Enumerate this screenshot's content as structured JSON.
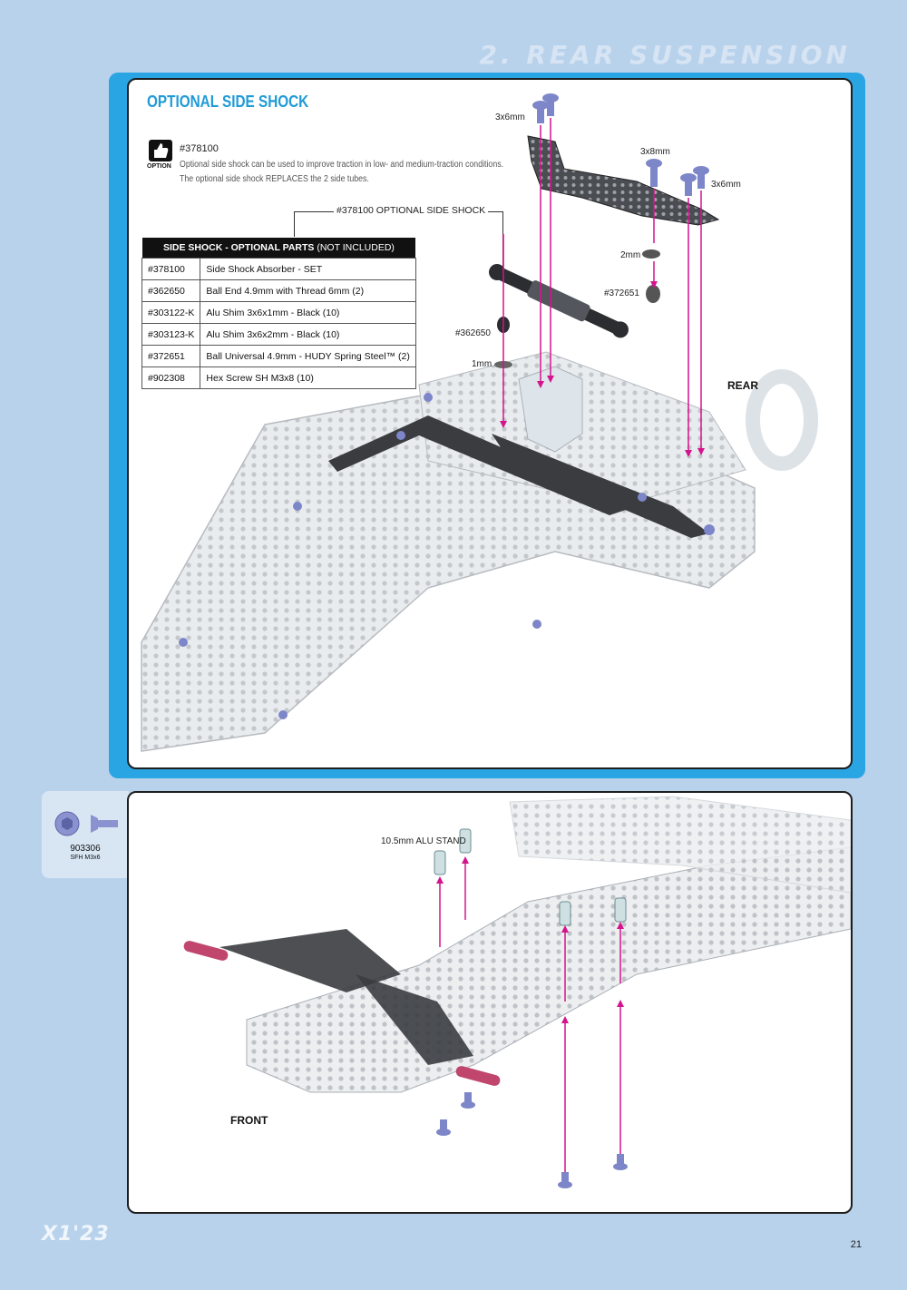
{
  "header": {
    "section_title": "2. REAR SUSPENSION"
  },
  "top_panel": {
    "heading": "OPTIONAL SIDE SHOCK",
    "option": {
      "icon": "thumbs-up-icon",
      "badge": "OPTION",
      "part_number": "#378100",
      "line1": "Optional side shock can be used to improve traction in low- and medium-traction conditions.",
      "line2": "The optional side shock REPLACES the 2 side tubes."
    },
    "callout": "#378100  OPTIONAL SIDE SHOCK",
    "parts_table": {
      "title_bold": "SIDE SHOCK - OPTIONAL PARTS",
      "title_light": "(NOT INCLUDED)",
      "rows": [
        {
          "code": "#378100",
          "desc": "Side Shock Absorber - SET"
        },
        {
          "code": "#362650",
          "desc": "Ball End 4.9mm with Thread 6mm (2)"
        },
        {
          "code": "#303122-K",
          "desc": "Alu Shim 3x6x1mm - Black (10)"
        },
        {
          "code": "#303123-K",
          "desc": "Alu Shim 3x6x2mm - Black (10)"
        },
        {
          "code": "#372651",
          "desc": "Ball Universal 4.9mm - HUDY Spring Steel™ (2)"
        },
        {
          "code": "#902308",
          "desc": "Hex Screw SH M3x8 (10)"
        }
      ]
    },
    "labels": {
      "screw_a": "3x6mm",
      "screw_b": "3x8mm",
      "screw_c": "3x6mm",
      "shim_2mm": "2mm",
      "ball_372651": "#372651",
      "ball_362650": "#362650",
      "shim_1mm": "1mm",
      "rear": "REAR"
    }
  },
  "side_tab": {
    "icon": "flat-head-screw-icon",
    "code": "903306",
    "desc": "SFH M3x6"
  },
  "bottom_panel": {
    "labels": {
      "alu_stand": "10.5mm ALU STAND",
      "front": "FRONT"
    }
  },
  "footer": {
    "brand": "X1'23",
    "page_number": "21"
  },
  "colors": {
    "accent": "#2aa5e3",
    "heading": "#1f9ad7",
    "background": "#b9d2ec",
    "arrow": "#d4148c",
    "screw": "#7d86c9"
  }
}
